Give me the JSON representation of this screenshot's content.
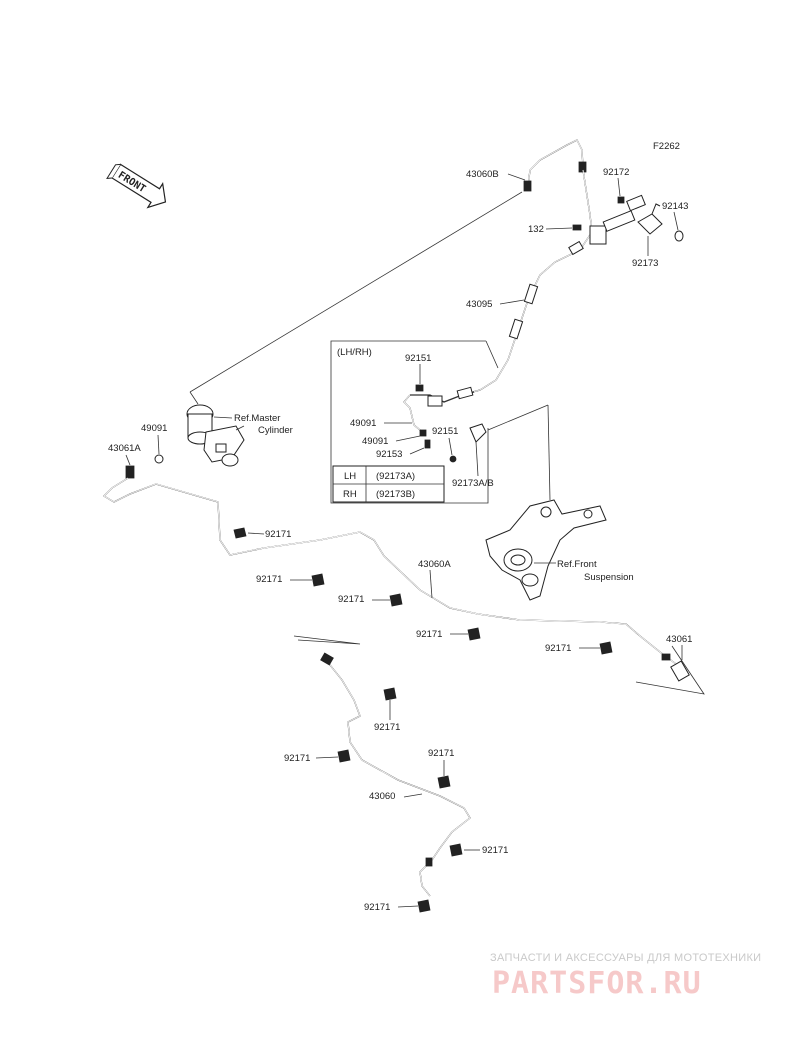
{
  "figure_code": "F2262",
  "front_arrow": {
    "text": "FRONT",
    "icon": "front-direction-arrow-icon"
  },
  "labels": {
    "p43060b": "43060B",
    "p92172": "92172",
    "p92143": "92143",
    "p132": "132",
    "p92173": "92173",
    "p43095": "43095",
    "p92151a": "92151",
    "p49091a": "49091",
    "p49091b": "49091",
    "p92153": "92153",
    "p92151b": "92151",
    "p92173ab": "92173A/B",
    "p49091c": "49091",
    "p43061a": "43061A",
    "ref_master_1": "Ref.Master",
    "ref_master_2": "Cylinder",
    "p92171_1": "92171",
    "p43060a": "43060A",
    "ref_front_1": "Ref.Front",
    "ref_front_2": "Suspension",
    "p92171_2": "92171",
    "p92171_3": "92171",
    "p92171_4": "92171",
    "p43061": "43061",
    "p92171_5": "92171",
    "p92171_6": "92171",
    "p92171_7": "92171",
    "p92171_8": "92171",
    "p43060": "43060",
    "p92171_9": "92171",
    "p92171_10": "92171"
  },
  "inset": {
    "title": "(LH/RH)",
    "table": [
      {
        "side": "LH",
        "part": "(92173A)"
      },
      {
        "side": "RH",
        "part": "(92173B)"
      }
    ]
  },
  "watermark": {
    "caption": "ЗАПЧАСТИ И АКСЕССУАРЫ ДЛЯ МОТОТЕХНИКИ",
    "logo": "PARTSFOR.RU",
    "logo_color": "#f6c9c9"
  }
}
